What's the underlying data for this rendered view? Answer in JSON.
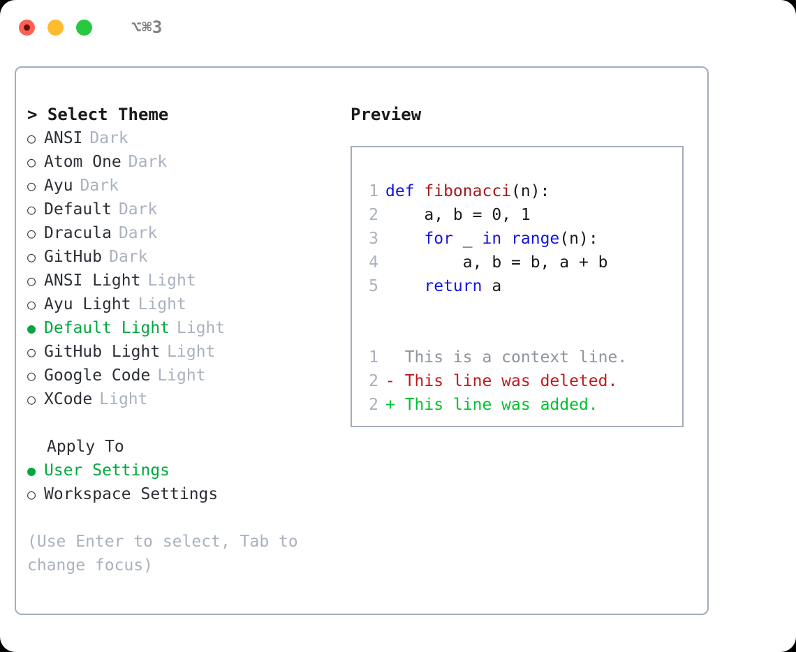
{
  "titlebar": {
    "shortcut": "⌥⌘3",
    "lights": [
      {
        "name": "close",
        "color": "#fd5e55"
      },
      {
        "name": "minimize",
        "color": "#febb2e"
      },
      {
        "name": "maximize",
        "color": "#28c93f"
      }
    ]
  },
  "left": {
    "heading": "> Select Theme",
    "bullet_selected": "●",
    "bullet_unselected": "○",
    "themes": [
      {
        "name": "ANSI",
        "tag": "Dark",
        "selected": false
      },
      {
        "name": "Atom One",
        "tag": "Dark",
        "selected": false
      },
      {
        "name": "Ayu",
        "tag": "Dark",
        "selected": false
      },
      {
        "name": "Default",
        "tag": "Dark",
        "selected": false
      },
      {
        "name": "Dracula",
        "tag": "Dark",
        "selected": false
      },
      {
        "name": "GitHub",
        "tag": "Dark",
        "selected": false
      },
      {
        "name": "ANSI Light",
        "tag": "Light",
        "selected": false
      },
      {
        "name": "Ayu Light",
        "tag": "Light",
        "selected": false
      },
      {
        "name": "Default Light",
        "tag": "Light",
        "selected": true
      },
      {
        "name": "GitHub Light",
        "tag": "Light",
        "selected": false
      },
      {
        "name": "Google Code",
        "tag": "Light",
        "selected": false
      },
      {
        "name": "XCode",
        "tag": "Light",
        "selected": false
      }
    ],
    "apply_to_heading": "Apply To",
    "apply_to": [
      {
        "label": "User Settings",
        "selected": true
      },
      {
        "label": "Workspace Settings",
        "selected": false
      }
    ],
    "hint": "(Use Enter to select, Tab to change focus)"
  },
  "right": {
    "heading": "Preview",
    "code": [
      {
        "lineno": "1",
        "segments": [
          {
            "text": "def ",
            "kind": "kw"
          },
          {
            "text": "fibonacci",
            "kind": "fn"
          },
          {
            "text": "(n):",
            "kind": "plain"
          }
        ]
      },
      {
        "lineno": "2",
        "segments": [
          {
            "text": "    a, b = 0, 1",
            "kind": "plain"
          }
        ]
      },
      {
        "lineno": "3",
        "segments": [
          {
            "text": "    ",
            "kind": "plain"
          },
          {
            "text": "for",
            "kind": "kw"
          },
          {
            "text": " _ ",
            "kind": "plain"
          },
          {
            "text": "in",
            "kind": "kw"
          },
          {
            "text": " ",
            "kind": "plain"
          },
          {
            "text": "range",
            "kind": "kw"
          },
          {
            "text": "(n):",
            "kind": "plain"
          }
        ]
      },
      {
        "lineno": "4",
        "segments": [
          {
            "text": "        a, b = b, a + b",
            "kind": "plain"
          }
        ]
      },
      {
        "lineno": "5",
        "segments": [
          {
            "text": "    ",
            "kind": "plain"
          },
          {
            "text": "return",
            "kind": "kw"
          },
          {
            "text": " a",
            "kind": "plain"
          }
        ]
      }
    ],
    "diff": [
      {
        "lineno": "1",
        "marker": " ",
        "text": "  This is a context line.",
        "kind": "context"
      },
      {
        "lineno": "2",
        "marker": "-",
        "text": " This line was deleted.",
        "kind": "deleted"
      },
      {
        "lineno": "2",
        "marker": "+",
        "text": " This line was added.",
        "kind": "added"
      }
    ]
  },
  "colors": {
    "accent_green": "#00a83f",
    "diff_added": "#00c22e",
    "diff_deleted": "#c01a1a",
    "keyword_blue": "#1414e0",
    "function_red": "#a61919",
    "muted_gray": "#a9b2be",
    "border_gray": "#a3adbb"
  }
}
